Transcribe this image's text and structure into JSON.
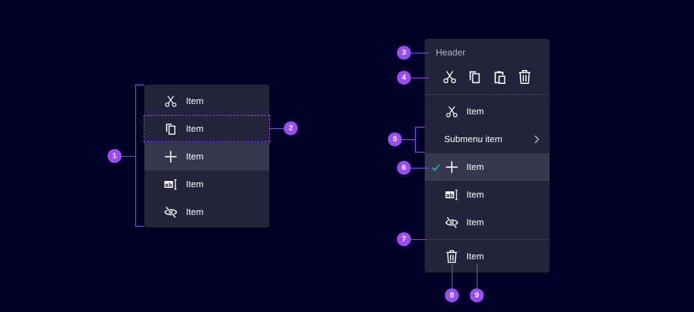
{
  "left_menu": {
    "items": [
      {
        "icon": "cut-icon",
        "label": "Item"
      },
      {
        "icon": "copy-icon",
        "label": "Item"
      },
      {
        "icon": "plus-icon",
        "label": "Item"
      },
      {
        "icon": "rename-icon",
        "label": "Item"
      },
      {
        "icon": "hide-icon",
        "label": "Item"
      }
    ]
  },
  "right_menu": {
    "header": "Header",
    "toolbar": [
      "cut-icon",
      "copy-icon",
      "paste-icon",
      "delete-icon"
    ],
    "items": [
      {
        "icon": "cut-icon",
        "label": "Item"
      },
      {
        "icon": "",
        "label": "Submenu item",
        "submenu": true
      },
      {
        "icon": "plus-icon",
        "label": "Item",
        "checked": true
      },
      {
        "icon": "rename-icon",
        "label": "Item"
      },
      {
        "icon": "hide-icon",
        "label": "Item"
      },
      {
        "icon": "delete-icon",
        "label": "Item"
      }
    ]
  },
  "callouts": [
    "1",
    "2",
    "3",
    "4",
    "5",
    "6",
    "7",
    "8",
    "9"
  ],
  "colors": {
    "background": "#000028",
    "menu": "#23233c",
    "highlight": "#37374d",
    "accent": "#9a4df5",
    "check": "#00c8c8"
  }
}
